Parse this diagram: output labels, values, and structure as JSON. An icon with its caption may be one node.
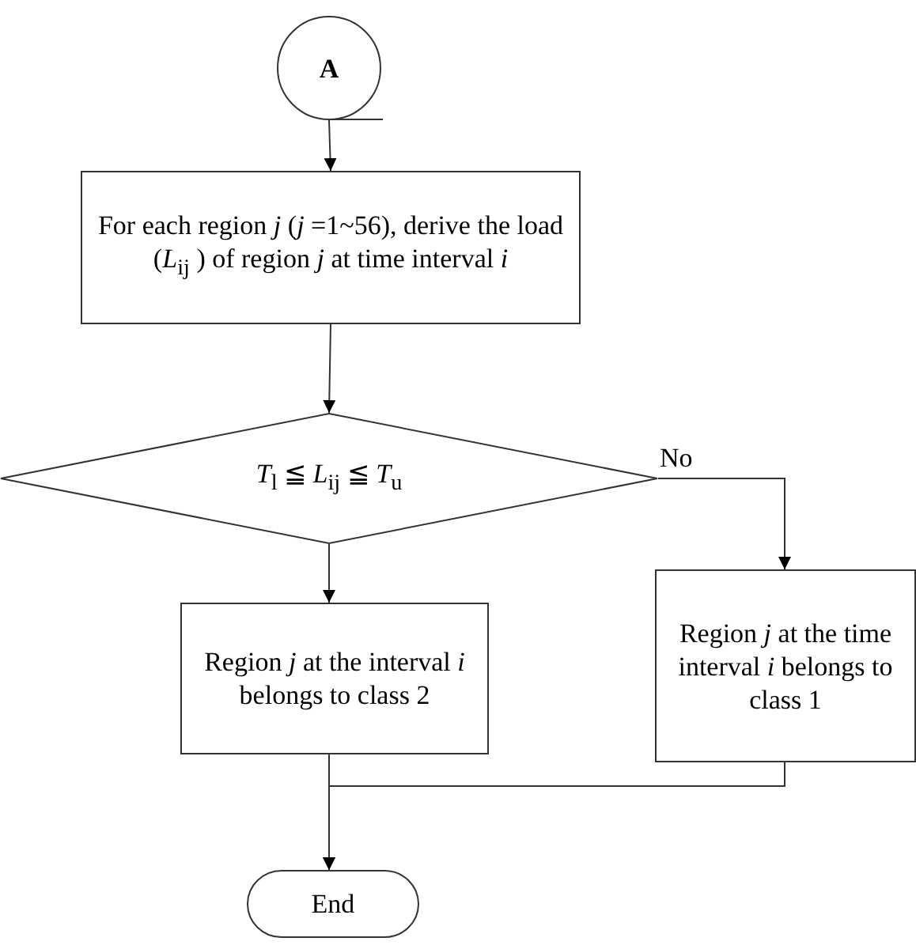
{
  "diagram": {
    "nodes": [
      {
        "text": [
          "A"
        ]
      },
      {
        "text": [
          "For each region *j* (*j* =1~56), derive the load (*L*$_{ij}$ ) of region *j* at time interval *i*"
        ]
      },
      {
        "text": [
          "*T*$_{l}$ ≦ *L*$_{ij}$ ≦ *T*$_{u}$"
        ]
      },
      {
        "text": [
          "Region *j*  at the interval *i* belongs to class 2"
        ]
      },
      {
        "text": [
          "Region *j*  at the time interval *i* belongs to class 1"
        ]
      },
      {
        "text": [
          "End"
        ]
      }
    ],
    "edges": [
      {
        "from": 0,
        "to": 1,
        "arrow": "to"
      },
      {
        "from": 1,
        "to": 2,
        "arrow": "to"
      },
      {
        "from": 2,
        "to": 3,
        "arrow": "to"
      },
      {
        "from": 2,
        "to": 4,
        "arrow": "to",
        "label": "No"
      },
      {
        "from": 3,
        "to": 5,
        "arrow": "to"
      },
      {
        "from": 4,
        "to": 5,
        "arrow": "to"
      }
    ]
  }
}
